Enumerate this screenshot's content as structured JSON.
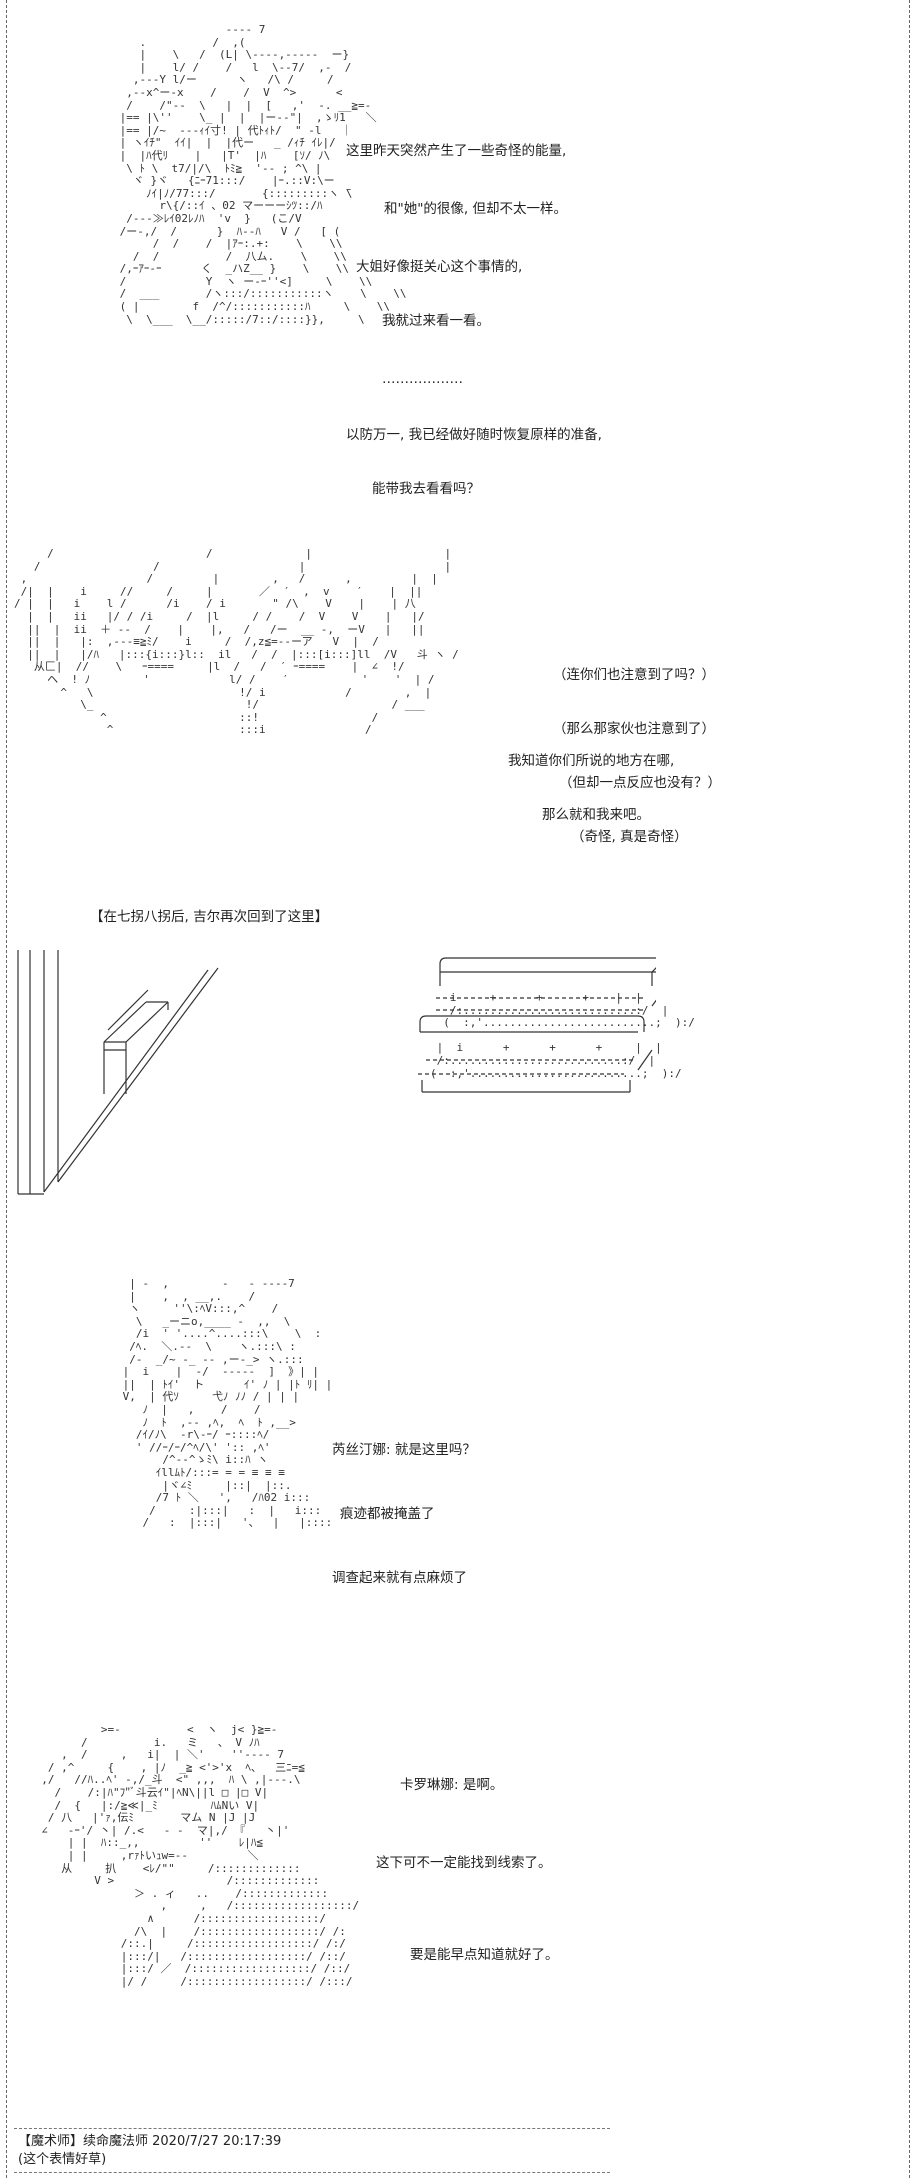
{
  "panel1": {
    "dialogue": [
      "这里昨天突然产生了一些奇怪的能量,",
      "和\"她\"的很像, 但却不太一样。",
      "大姐好像挺关心这个事情的,",
      "我就过来看一看。",
      "………………",
      "以防万一, 我已经做好随时恢复原样的准备,",
      "能带我去看看吗？"
    ]
  },
  "panel2": {
    "dialogue": [
      "（连你们也注意到了吗？）",
      "（那么那家伙也注意到了）",
      "（但却一点反应也没有？）",
      "（奇怪, 真是奇怪）",
      "我知道你们所说的地方在哪,",
      "那么就和我来吧。"
    ],
    "art_label": "从匚"
  },
  "panel3": {
    "caption": "【在七拐八拐后, 吉尔再次回到了这里】"
  },
  "panel4": {
    "dialogue": [
      "芮丝汀娜: 就是这里吗？",
      "痕迹都被掩盖了",
      "调查起来就有点麻烦了"
    ]
  },
  "panel5": {
    "dialogue": [
      "卡罗琳娜: 是啊。",
      "这下可不一定能找到线索了。",
      "要是能早点知道就好了。"
    ]
  },
  "footer": {
    "author_line": "【魔术师】续命魔法师 2020/7/27 20:17:39",
    "comment": "(这个表情好草)"
  }
}
